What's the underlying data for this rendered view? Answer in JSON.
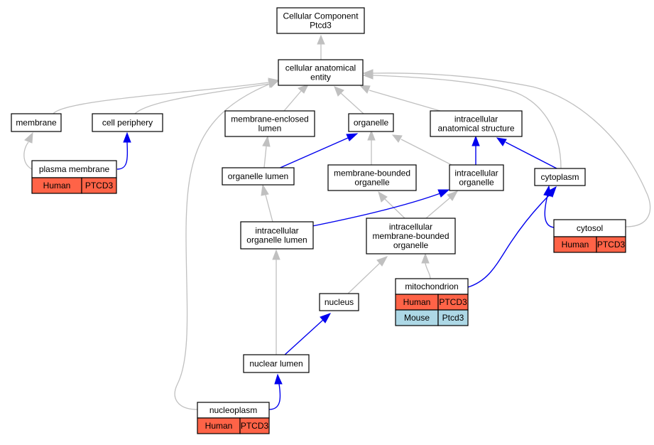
{
  "colors": {
    "human": "#ff6347",
    "mouse": "#add8e6",
    "part_of_edge": "#0000ee",
    "is_a_edge": "#c0c0c0"
  },
  "nodes": {
    "root": [
      "Cellular Component",
      "Ptcd3"
    ],
    "cae": [
      "cellular anatomical",
      "entity"
    ],
    "membrane": [
      "membrane"
    ],
    "cell_periphery": [
      "cell periphery"
    ],
    "membrane_enclosed_lumen": [
      "membrane-enclosed",
      "lumen"
    ],
    "organelle": [
      "organelle"
    ],
    "intracellular_anatomical_structure": [
      "intracellular",
      "anatomical structure"
    ],
    "plasma_membrane": [
      "plasma membrane"
    ],
    "organelle_lumen": [
      "organelle lumen"
    ],
    "membrane_bounded_organelle": [
      "membrane-bounded",
      "organelle"
    ],
    "intracellular_organelle": [
      "intracellular",
      "organelle"
    ],
    "cytoplasm": [
      "cytoplasm"
    ],
    "intracellular_organelle_lumen": [
      "intracellular",
      "organelle lumen"
    ],
    "intracellular_membrane_bounded_organelle": [
      "intracellular",
      "membrane-bounded",
      "organelle"
    ],
    "cytosol": [
      "cytosol"
    ],
    "mitochondrion": [
      "mitochondrion"
    ],
    "nucleus": [
      "nucleus"
    ],
    "nuclear_lumen": [
      "nuclear lumen"
    ],
    "nucleoplasm": [
      "nucleoplasm"
    ]
  },
  "annotations": {
    "plasma_membrane": [
      {
        "species": "Human",
        "gene": "PTCD3"
      }
    ],
    "cytosol": [
      {
        "species": "Human",
        "gene": "PTCD3"
      }
    ],
    "mitochondrion": [
      {
        "species": "Human",
        "gene": "PTCD3"
      },
      {
        "species": "Mouse",
        "gene": "Ptcd3"
      }
    ],
    "nucleoplasm": [
      {
        "species": "Human",
        "gene": "PTCD3"
      }
    ]
  }
}
